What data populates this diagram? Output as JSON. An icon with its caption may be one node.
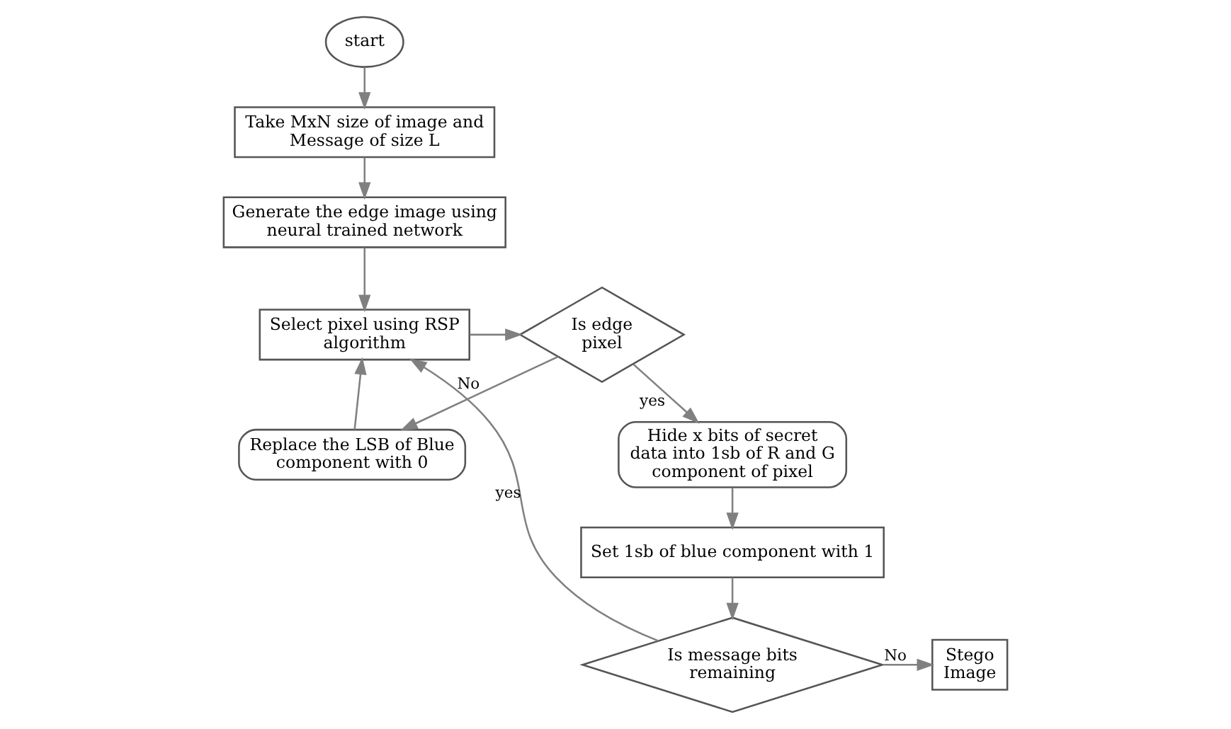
{
  "diagram": {
    "nodes": [
      {
        "text": [
          "start"
        ]
      },
      {
        "text": [
          "Take MxN size of image and Message of size L"
        ]
      },
      {
        "text": [
          "Generate the edge image using neural trained network"
        ]
      },
      {
        "text": [
          "Select pixel using RSP algorithm"
        ]
      },
      {
        "text": [
          "Is edge pixel"
        ]
      },
      {
        "text": [
          "Replace the LSB of Blue component with 0"
        ]
      },
      {
        "text": [
          "Hide x bits of secret data into 1sb of R and G component of pixel"
        ]
      },
      {
        "text": [
          "Set 1sb of blue component with 1"
        ]
      },
      {
        "text": [
          "Is message bits remaining"
        ]
      },
      {
        "text": [
          "Stego Image"
        ]
      }
    ],
    "edges": [
      {
        "from": 0,
        "to": 1,
        "arrow": "to"
      },
      {
        "from": 1,
        "to": 2,
        "arrow": "to"
      },
      {
        "from": 2,
        "to": 3,
        "arrow": "to"
      },
      {
        "from": 3,
        "to": 4,
        "arrow": "to"
      },
      {
        "from": 4,
        "to": 5,
        "arrow": "to",
        "label": "No"
      },
      {
        "from": 4,
        "to": 6,
        "arrow": "to",
        "label": "yes"
      },
      {
        "from": 5,
        "to": 3,
        "arrow": "to"
      },
      {
        "from": 6,
        "to": 7,
        "arrow": "to"
      },
      {
        "from": 7,
        "to": 8,
        "arrow": "to"
      },
      {
        "from": 8,
        "to": 3,
        "arrow": "to",
        "label": "yes"
      },
      {
        "from": 8,
        "to": 9,
        "arrow": "to",
        "label": "No"
      }
    ]
  }
}
